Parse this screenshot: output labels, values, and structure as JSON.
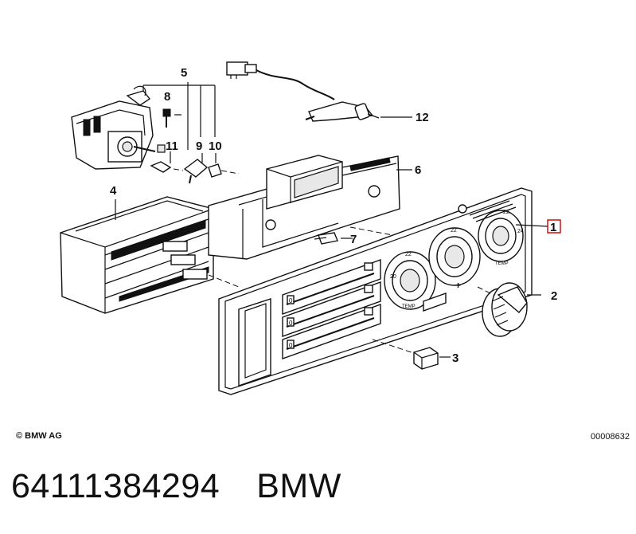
{
  "diagram": {
    "callouts": [
      "1",
      "2",
      "3",
      "4",
      "5",
      "6",
      "7",
      "8",
      "9",
      "10",
      "11",
      "12"
    ],
    "dial_labels": {
      "dial_left_top": "22",
      "dial_left_side": "20",
      "dial_left_temp": "TEMP",
      "dial_mid_top": "22",
      "dial_mid_plus": "+",
      "dial_right_top": "22",
      "dial_right_side": "24",
      "dial_right_temp": "TEMP"
    },
    "slider_values": [
      "0",
      "0",
      "0"
    ]
  },
  "copyright": "© BMW AG",
  "diagram_id": "00008632",
  "footer": {
    "part_number": "64111384294",
    "brand": "BMW"
  }
}
